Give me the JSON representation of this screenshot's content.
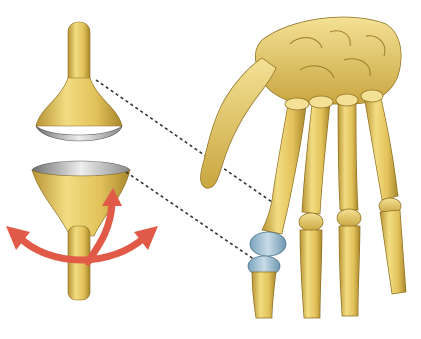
{
  "figure": {
    "subject": "saddle-joint-illustration",
    "parts": {
      "joint_model": {
        "name": "joint-model"
      },
      "hand": {
        "name": "hand-skeleton"
      },
      "joint_highlight": {
        "name": "thumb-joint"
      }
    },
    "colors": {
      "bone_light": "#f2dc82",
      "bone_mid": "#e2c25a",
      "bone_dark": "#b89434",
      "bone_outline": "#8a6d1f",
      "cartilage": "#8fb6cf",
      "cartilage_light": "#c8dbe6",
      "metal_light": "#e6e6e6",
      "metal_dark": "#7a7a7a",
      "arrow_red": "#e05a47",
      "dash": "#333333"
    },
    "icons": {
      "curved_arrow": "curved-double-arrow-icon",
      "up_arrow": "up-arrow-icon"
    }
  }
}
